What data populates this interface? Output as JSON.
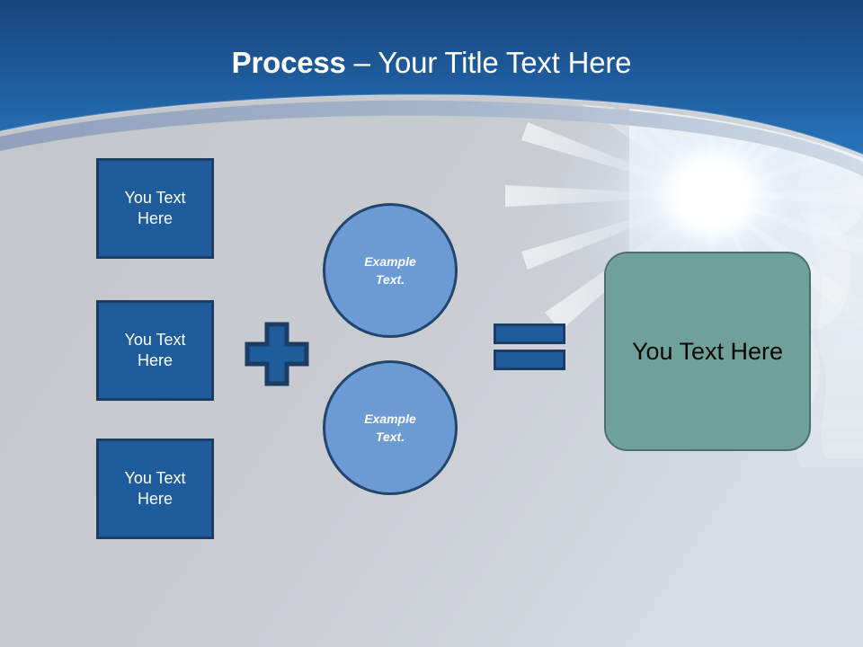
{
  "slide": {
    "title": {
      "strong": "Process",
      "rest": " – Your Title Text Here"
    },
    "theme": {
      "background": "#c4c7cc",
      "header_blue_top": "#1b4b80",
      "header_blue_bottom": "#2673b8",
      "swoosh_band": "#9badc6",
      "box_fill": "#1f5c9c",
      "box_border": "#1b3c63",
      "circle_fill": "#6b9bd2",
      "circle_border": "#21456e",
      "result_fill": "#6fa09a",
      "result_border": "#4d6f6b",
      "title_color": "#ffffff",
      "result_text_color": "#070707"
    },
    "inputs": [
      {
        "label": "You Text\nHere",
        "line1": "You Text",
        "line2": "Here"
      },
      {
        "label": "You Text\nHere",
        "line1": "You Text",
        "line2": "Here"
      },
      {
        "label": "You Text\nHere",
        "line1": "You Text",
        "line2": "Here"
      }
    ],
    "operators": {
      "plus": "+",
      "equals": "="
    },
    "circles": [
      {
        "line1": "Example",
        "line2": "Text."
      },
      {
        "line1": "Example",
        "line2": "Text."
      }
    ],
    "result": {
      "label": "You Text Here"
    }
  }
}
